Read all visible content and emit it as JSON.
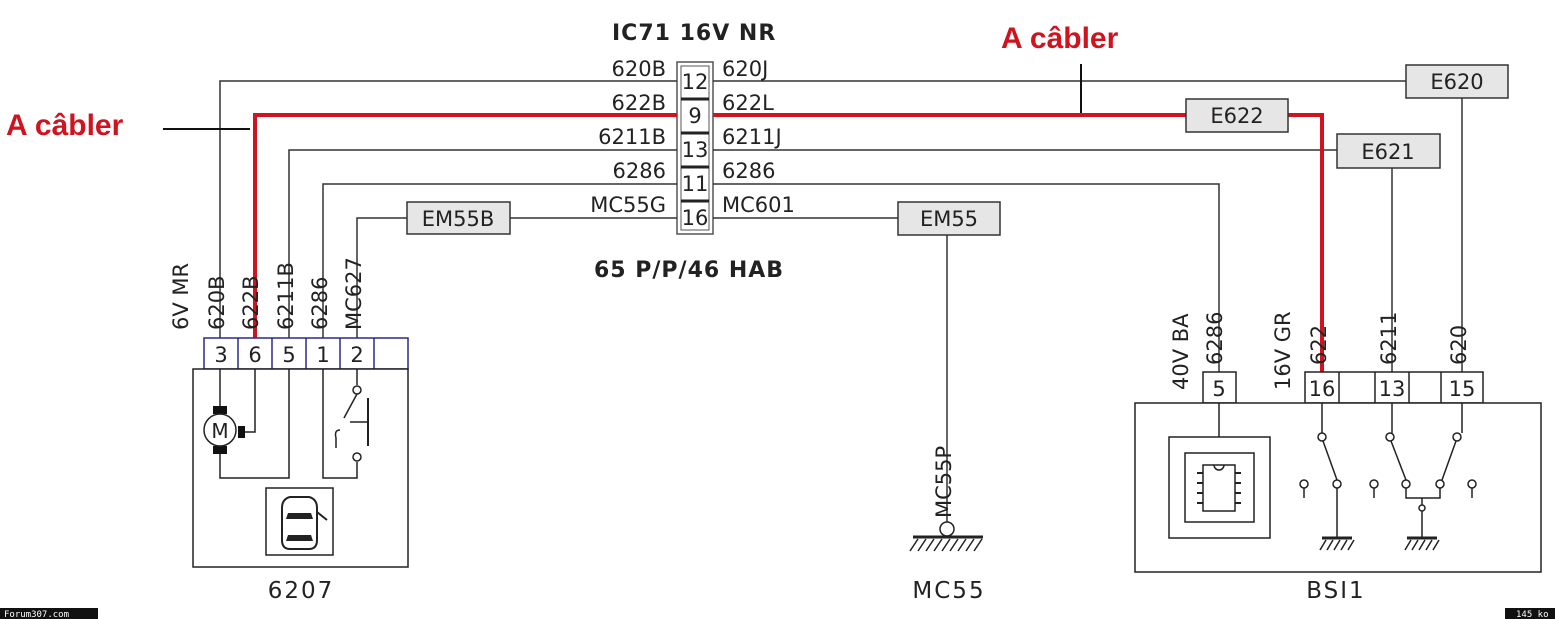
{
  "connector": {
    "title": "IC71 16V NR",
    "subtitle": "65 P/P/46 HAB",
    "pins": [
      {
        "pin": "12",
        "left": "620B",
        "right": "620J"
      },
      {
        "pin": "9",
        "left": "622B",
        "right": "622L"
      },
      {
        "pin": "13",
        "left": "6211B",
        "right": "6211J"
      },
      {
        "pin": "11",
        "left": "6286",
        "right": "6286"
      },
      {
        "pin": "16",
        "left": "MC55G",
        "right": "MC601"
      }
    ]
  },
  "annotations": {
    "left": "A câbler",
    "top": "A câbler"
  },
  "splices": {
    "em55b": "EM55B",
    "em55": "EM55",
    "e622": "E622",
    "e620": "E620",
    "e621": "E621"
  },
  "component_6207": {
    "name": "6207",
    "connector_label": "6V MR",
    "wires": [
      "620B",
      "622B",
      "6211B",
      "6286",
      "MC627"
    ],
    "pins": [
      "3",
      "6",
      "5",
      "1",
      "2"
    ],
    "motor_symbol": "M"
  },
  "ground": {
    "name": "MC55",
    "wire": "MC55P"
  },
  "bsi": {
    "name": "BSI1",
    "conn_a_label": "40V BA",
    "conn_b_label": "16V GR",
    "wires": [
      "6286",
      "622",
      "6211",
      "620"
    ],
    "pins": [
      "5",
      "16",
      "13",
      "15"
    ]
  },
  "footer": {
    "left": "Forum307.com",
    "right": "145 ko"
  },
  "colors": {
    "wire": "#333333",
    "highlight": "#d0141f",
    "box_fill": "#e6e6e6",
    "connector_border": "#2a2a8a"
  }
}
